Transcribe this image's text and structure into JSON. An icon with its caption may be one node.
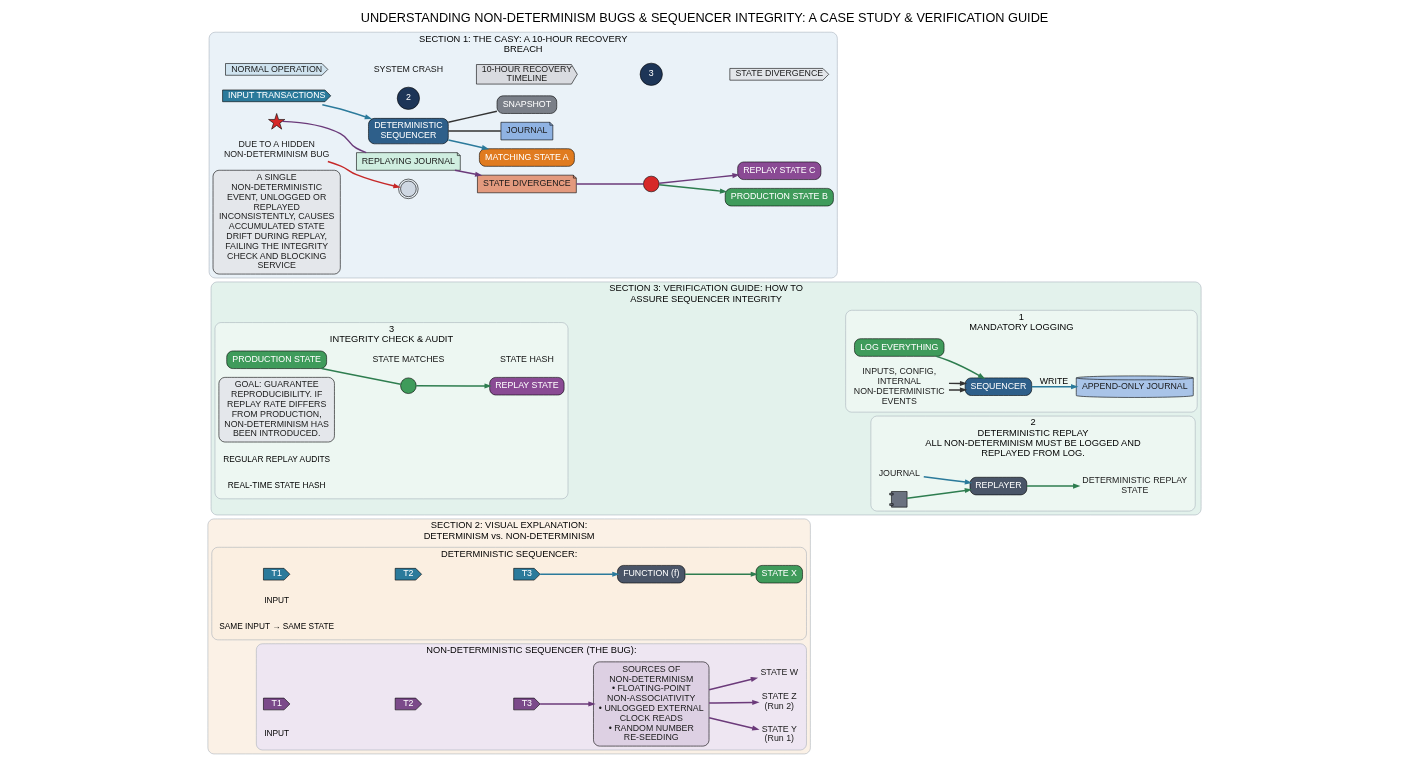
{
  "diagram": {
    "title": "UNDERSTANDING NON-DETERMINISM BUGS & SEQUENCER INTEGRITY: A CASE STUDY & VERIFICATION GUIDE",
    "nodes": [
      {
        "text": [
          "SECTION 1: THE CASY: A 10-HOUR RECOVERY BREACH"
        ]
      },
      {
        "text": [
          "NORMAL OPERATION"
        ],
        "in": 0
      },
      {
        "text": [
          "2"
        ],
        "beside": [
          "SYSTEM CRASH"
        ],
        "in": 0
      },
      {
        "text": [
          "10-HOUR RECOVERY TIMELINE"
        ],
        "in": 0
      },
      {
        "text": [
          "3"
        ],
        "in": 0
      },
      {
        "text": [
          "STATE DIVERGENCE"
        ],
        "in": 0
      },
      {
        "text": [
          "INPUT TRANSACTIONS"
        ],
        "in": 0
      },
      {
        "text": [
          "DETERMINISTIC SEQUENCER"
        ],
        "in": 0
      },
      {
        "text": [
          "MATCHING STATE A"
        ],
        "in": 0
      },
      {
        "text": [
          "JOURNAL"
        ],
        "in": 0
      },
      {
        "text": [
          "SNAPSHOT"
        ],
        "in": 0
      },
      {
        "text": [],
        "shape": "star",
        "in": 0
      },
      {
        "text": [
          "REPLAYING JOURNAL"
        ],
        "in": 0
      },
      {
        "text": [
          "STATE DIVERGENCE"
        ],
        "in": 0
      },
      {
        "text": [],
        "shape": "circle",
        "in": 0
      },
      {
        "text": [
          "PRODUCTION STATE B"
        ],
        "in": 0
      },
      {
        "text": [
          "REPLAY STATE C"
        ],
        "in": 0
      },
      {
        "text": [],
        "shape": "magnifier",
        "in": 0
      },
      {
        "text": [
          "DUE TO A HIDDEN NON-DETERMINISM BUG"
        ],
        "in": 0
      },
      {
        "text": [
          "A SINGLE NON-DETERMINISTIC EVENT, UNLOGGED OR REPLAYED INCONSISTENTLY, CAUSES ACCUMULATED STATE DRIFT DURING REPLAY, FAILING THE INTEGRITY CHECK AND BLOCKING SERVICE"
        ],
        "in": 0
      },
      {
        "text": [
          "SECTION 2: VISUAL EXPLANATION: DETERMINISM vs. NON-DETERMINISM"
        ]
      },
      {
        "text": [
          "DETERMINISTIC SEQUENCER:"
        ],
        "in": 20
      },
      {
        "text": [
          "T1"
        ],
        "in": 21
      },
      {
        "text": [
          "T2"
        ],
        "in": 21
      },
      {
        "text": [
          "T3"
        ],
        "in": 21
      },
      {
        "text": [
          "FUNCTION (f)"
        ],
        "in": 21
      },
      {
        "text": [
          "STATE X"
        ],
        "in": 21
      },
      {
        "text": [
          "NON-DETERMINISTIC SEQUENCER (THE BUG):"
        ],
        "in": 20
      },
      {
        "text": [
          "T1"
        ],
        "in": 27
      },
      {
        "text": [
          "T2"
        ],
        "in": 27
      },
      {
        "text": [
          "T3"
        ],
        "in": 27
      },
      {
        "text": [
          "SOURCES OF NON-DETERMINISM",
          "• FLOATING-POINT NON-ASSOCIATIVITY",
          "• UNLOGGED EXTERNAL CLOCK READS",
          "• RANDOM NUMBER RE-SEEDING"
        ],
        "in": 27
      },
      {
        "text": [
          "STATE Y",
          "(Run 1)"
        ],
        "in": 27
      },
      {
        "text": [
          "STATE Z",
          "(Run 2)"
        ],
        "in": 27
      },
      {
        "text": [
          "STATE W"
        ],
        "in": 27
      },
      {
        "text": [
          "SECTION 3: VERIFICATION GUIDE: HOW TO ASSURE SEQUENCER INTEGRITY"
        ]
      },
      {
        "text": [
          "1",
          "MANDATORY LOGGING"
        ],
        "in": 35
      },
      {
        "text": [
          "LOG EVERYTHING"
        ],
        "in": 36
      },
      {
        "text": [
          "INPUTS, CONFIG, INTERNAL NON-DETERMINISTIC EVENTS"
        ],
        "in": 36
      },
      {
        "text": [
          "SEQUENCER"
        ],
        "in": 36
      },
      {
        "text": [
          "APPEND-ONLY JOURNAL"
        ],
        "in": 36
      },
      {
        "text": [
          "2",
          "DETERMINISTIC REPLAY",
          "ALL NON-DETERMINISM MUST BE LOGGED AND REPLAYED FROM LOG."
        ],
        "in": 35
      },
      {
        "text": [
          "JOURNAL"
        ],
        "in": 41
      },
      {
        "text": [],
        "shape": "camera",
        "in": 41
      },
      {
        "text": [
          "REPLAYER"
        ],
        "in": 41
      },
      {
        "text": [
          "DETERMINISTIC REPLAY STATE"
        ],
        "in": 41
      },
      {
        "text": [
          "3",
          "INTEGRITY CHECK & AUDIT"
        ],
        "in": 35
      },
      {
        "text": [
          "PRODUCTION STATE"
        ],
        "in": 46
      },
      {
        "text": [],
        "shape": "circle",
        "beside": [
          "STATE MATCHES"
        ],
        "in": 46
      },
      {
        "text": [
          "REPLAY STATE"
        ],
        "beside": [
          "STATE HASH"
        ],
        "in": 46
      },
      {
        "text": [
          "GOAL: GUARANTEE REPRODUCIBILITY. IF REPLAY RATE DIFFERS FROM PRODUCTION, NON-DETERMINISM HAS BEEN INTRODUCED."
        ],
        "in": 46
      }
    ],
    "edges": [
      {
        "from": 6,
        "to": 7,
        "arrow": "to",
        "color": "#2b7a9b"
      },
      {
        "from": 7,
        "to": 8,
        "arrow": "to",
        "color": "#2b7a9b"
      },
      {
        "from": 7,
        "to": 9,
        "arrow": "none",
        "color": "#333333"
      },
      {
        "from": 7,
        "to": 10,
        "arrow": "none",
        "color": "#333333"
      },
      {
        "from": 11,
        "to": 12,
        "arrow": "none",
        "color": "#6b3a7a"
      },
      {
        "from": 12,
        "to": 13,
        "arrow": "to",
        "color": "#6b3a7a"
      },
      {
        "from": 13,
        "to": 14,
        "arrow": "none",
        "color": "#6b3a7a"
      },
      {
        "from": 14,
        "to": 15,
        "arrow": "to",
        "color": "#2e7d4f"
      },
      {
        "from": 14,
        "to": 16,
        "arrow": "to",
        "color": "#6b3a7a"
      },
      {
        "from": 18,
        "to": 17,
        "arrow": "to",
        "color": "#c62828"
      },
      {
        "from": 24,
        "to": 25,
        "arrow": "to",
        "color": "#2b7a9b"
      },
      {
        "from": 25,
        "to": 26,
        "arrow": "to",
        "color": "#2e7d4f"
      },
      {
        "from": 30,
        "to": 31,
        "arrow": "to",
        "color": "#6b3a7a"
      },
      {
        "from": 31,
        "to": 32,
        "arrow": "to",
        "color": "#6b3a7a"
      },
      {
        "from": 31,
        "to": 33,
        "arrow": "to",
        "color": "#6b3a7a"
      },
      {
        "from": 31,
        "to": 34,
        "arrow": "to",
        "color": "#6b3a7a"
      },
      {
        "from": 37,
        "to": 39,
        "arrow": "to",
        "color": "#2e7d4f"
      },
      {
        "from": 38,
        "to": 39,
        "arrow": "to",
        "color": "#333333"
      },
      {
        "from": 38,
        "to": 39,
        "arrow": "to",
        "color": "#333333"
      },
      {
        "from": 39,
        "to": 40,
        "arrow": "to",
        "label": "WRITE",
        "color": "#2b7a9b"
      },
      {
        "from": 42,
        "to": 44,
        "arrow": "to",
        "color": "#2b7a9b"
      },
      {
        "from": 43,
        "to": 44,
        "arrow": "to",
        "color": "#2e7d4f"
      },
      {
        "from": 44,
        "to": 45,
        "arrow": "to",
        "color": "#2e7d4f"
      },
      {
        "from": 47,
        "to": 48,
        "arrow": "none",
        "color": "#2e7d4f"
      },
      {
        "from": 48,
        "to": 49,
        "arrow": "to",
        "color": "#2e7d4f"
      }
    ],
    "labels": [
      "INPUT",
      "SAME INPUT → SAME STATE",
      "INPUT",
      "REGULAR REPLAY AUDITS",
      "REAL-TIME STATE HASH"
    ]
  }
}
